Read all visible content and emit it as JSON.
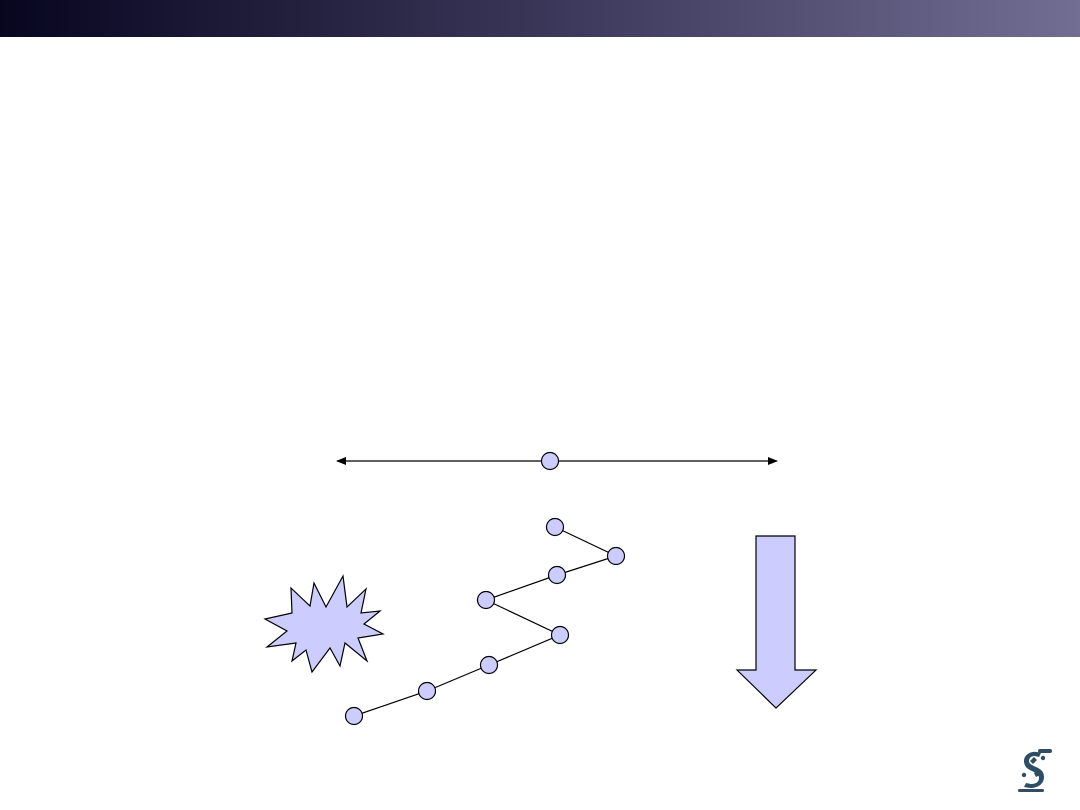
{
  "colors": {
    "title_bar_start": "#07061f",
    "title_bar_mid": "#3a3658",
    "title_bar_end": "#726d93",
    "node_fill": "#ccccff",
    "stroke": "#000000",
    "logo": "#2f4e66"
  },
  "icons": {
    "logo": "robot-arm-logo-icon",
    "burst": "explosion-burst-icon",
    "arrow": "down-arrow-icon"
  },
  "diagram": {
    "horizontal_line": {
      "arrows": "both-ends",
      "node_count": 1
    },
    "chain": {
      "node_count": 8,
      "connected": true
    },
    "burst": {
      "points": 12
    },
    "arrow": {
      "direction": "down"
    }
  }
}
